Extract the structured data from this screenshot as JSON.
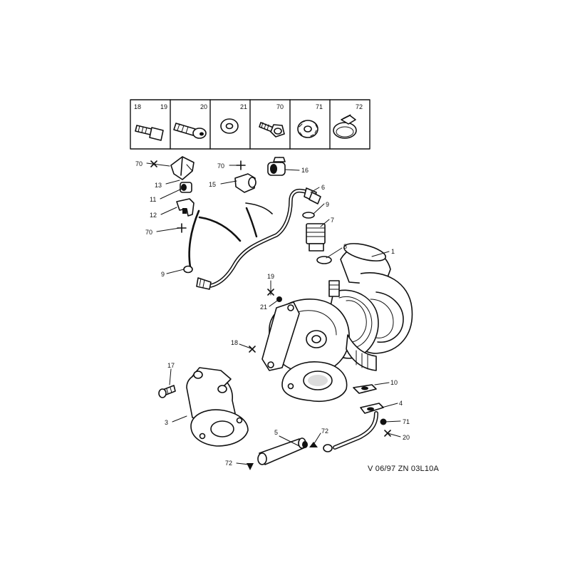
{
  "legend": {
    "cells": [
      {
        "left": "18",
        "right": "19",
        "icon": "screw-icon"
      },
      {
        "left": "",
        "right": "20",
        "icon": "socket-bolt-icon"
      },
      {
        "left": "",
        "right": "21",
        "icon": "washer-icon"
      },
      {
        "left": "",
        "right": "70",
        "icon": "self-tapping-screw-icon"
      },
      {
        "left": "",
        "right": "71",
        "icon": "serrated-washer-icon"
      },
      {
        "left": "",
        "right": "72",
        "icon": "hose-clamp-icon"
      }
    ]
  },
  "callouts": {
    "c70a": "70",
    "c13": "13",
    "c11": "11",
    "c12": "12",
    "c70b": "70",
    "c70c": "70",
    "c15": "15",
    "c16": "16",
    "c6": "6",
    "c9a": "9",
    "c7": "7",
    "c8": "8",
    "c1": "1",
    "c9b": "9",
    "c19": "19",
    "c21": "21",
    "c18": "18",
    "c17": "17",
    "c3": "3",
    "c10": "10",
    "c4": "4",
    "c71": "71",
    "c20": "20",
    "c5": "5",
    "c72a": "72",
    "c72b": "72"
  },
  "reference": "V 06/97 ZN 03L10A",
  "colors": {
    "ink": "#111111",
    "paper": "#ffffff",
    "shade": "#d8d8d8"
  }
}
